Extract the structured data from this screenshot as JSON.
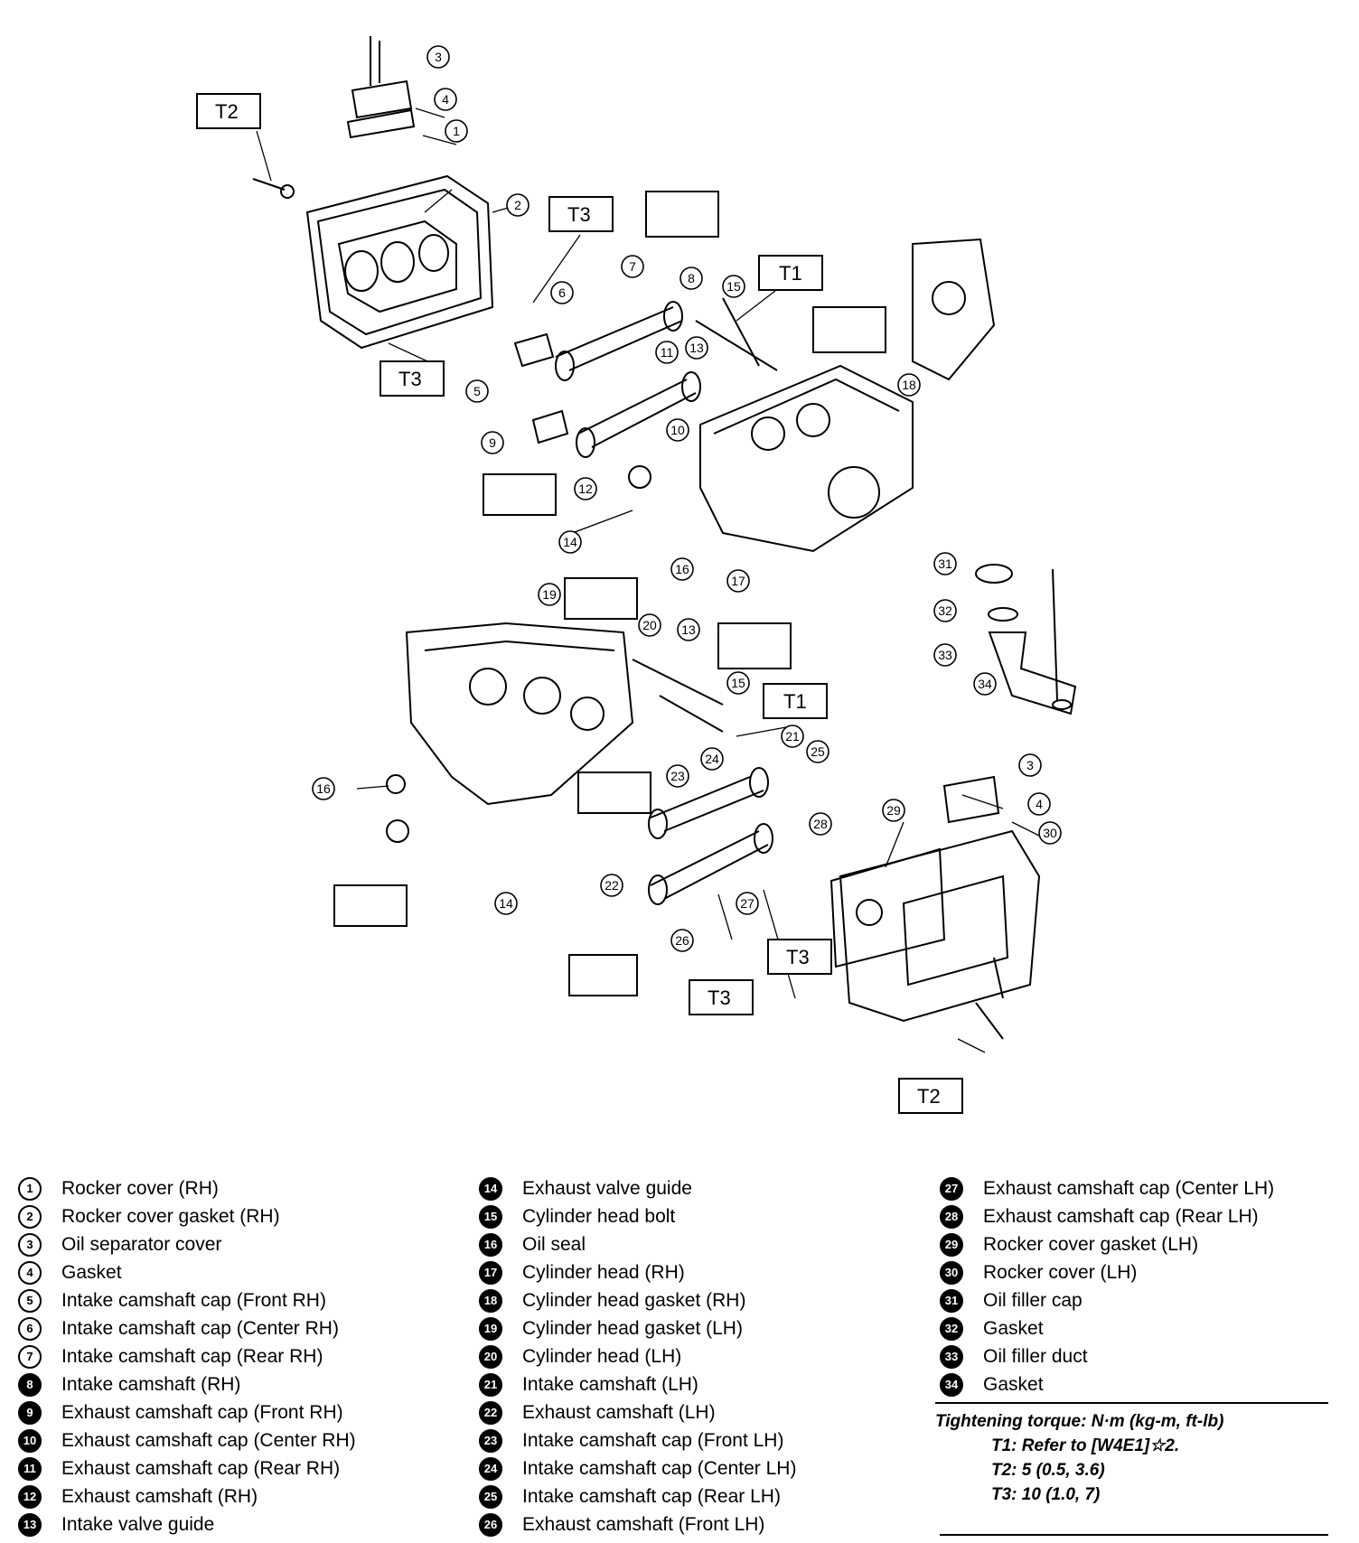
{
  "torque_labels": [
    "T1",
    "T2",
    "T3"
  ],
  "callout_numbers": [
    "1",
    "2",
    "3",
    "4",
    "5",
    "6",
    "7",
    "8",
    "9",
    "10",
    "11",
    "12",
    "13",
    "14",
    "15",
    "16",
    "17",
    "18",
    "19",
    "20",
    "21",
    "22",
    "23",
    "24",
    "25",
    "26",
    "27",
    "28",
    "29",
    "30",
    "31",
    "32",
    "33",
    "34"
  ],
  "legend": {
    "col1": [
      {
        "n": "1",
        "t": "Rocker cover (RH)"
      },
      {
        "n": "2",
        "t": "Rocker cover gasket (RH)"
      },
      {
        "n": "3",
        "t": "Oil separator cover"
      },
      {
        "n": "4",
        "t": "Gasket"
      },
      {
        "n": "5",
        "t": "Intake camshaft cap (Front RH)"
      },
      {
        "n": "6",
        "t": "Intake camshaft cap (Center RH)"
      },
      {
        "n": "7",
        "t": "Intake camshaft cap (Rear RH)"
      },
      {
        "n": "8",
        "t": "Intake camshaft (RH)"
      },
      {
        "n": "9",
        "t": "Exhaust camshaft cap (Front RH)"
      },
      {
        "n": "10",
        "t": "Exhaust camshaft cap (Center RH)"
      },
      {
        "n": "11",
        "t": "Exhaust camshaft cap (Rear RH)"
      },
      {
        "n": "12",
        "t": "Exhaust camshaft (RH)"
      },
      {
        "n": "13",
        "t": "Intake valve guide"
      }
    ],
    "col2": [
      {
        "n": "14",
        "t": "Exhaust valve guide"
      },
      {
        "n": "15",
        "t": "Cylinder head bolt"
      },
      {
        "n": "16",
        "t": "Oil seal"
      },
      {
        "n": "17",
        "t": "Cylinder head (RH)"
      },
      {
        "n": "18",
        "t": "Cylinder head gasket (RH)"
      },
      {
        "n": "19",
        "t": "Cylinder head gasket (LH)"
      },
      {
        "n": "20",
        "t": "Cylinder head (LH)"
      },
      {
        "n": "21",
        "t": "Intake camshaft (LH)"
      },
      {
        "n": "22",
        "t": "Exhaust camshaft (LH)"
      },
      {
        "n": "23",
        "t": "Intake camshaft cap (Front LH)"
      },
      {
        "n": "24",
        "t": "Intake camshaft cap (Center LH)"
      },
      {
        "n": "25",
        "t": "Intake camshaft cap (Rear LH)"
      },
      {
        "n": "26",
        "t": "Exhaust camshaft (Front LH)"
      }
    ],
    "col3": [
      {
        "n": "27",
        "t": "Exhaust camshaft cap (Center LH)"
      },
      {
        "n": "28",
        "t": "Exhaust camshaft cap (Rear LH)"
      },
      {
        "n": "29",
        "t": "Rocker cover gasket (LH)"
      },
      {
        "n": "30",
        "t": "Rocker cover (LH)"
      },
      {
        "n": "31",
        "t": "Oil filler cap"
      },
      {
        "n": "32",
        "t": "Gasket"
      },
      {
        "n": "33",
        "t": "Oil filler duct"
      },
      {
        "n": "34",
        "t": "Gasket"
      }
    ]
  },
  "torque": {
    "title": "Tightening torque: N·m (kg-m, ft-lb)",
    "t1": "T1: Refer to [W4E1]☆2.",
    "t2": "T2: 5 (0.5, 3.6)",
    "t3": "T3: 10 (1.0, 7)"
  }
}
